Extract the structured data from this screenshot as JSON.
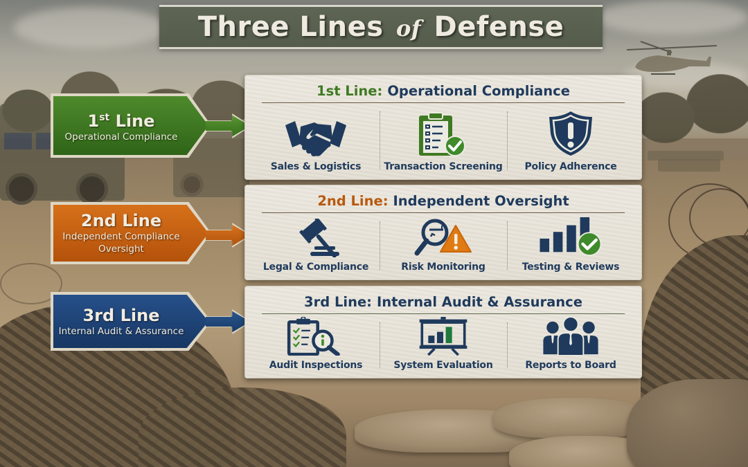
{
  "title": {
    "part1": "Three Lines",
    "of": "of",
    "part2": "Defense"
  },
  "colors": {
    "navy": "#1f3a5c",
    "green": "#3f7a22",
    "orange": "#c8620f",
    "blue": "#1f4475",
    "panel_bg": "#e8e4da"
  },
  "lines": [
    {
      "label_number": "1",
      "label_suffix": "st",
      "label_word": "Line",
      "label_sub": "Operational Compliance",
      "panel_accent": "1st Line:",
      "panel_title": "Operational Compliance",
      "items": [
        {
          "label": "Sales & Logistics",
          "icon": "handshake-icon"
        },
        {
          "label": "Transaction Screening",
          "icon": "checklist-check-icon"
        },
        {
          "label": "Policy Adherence",
          "icon": "shield-alert-icon"
        }
      ]
    },
    {
      "label_number": "2nd",
      "label_word": "Line",
      "label_sub": "Independent Compliance Oversight",
      "panel_accent": "2nd Line:",
      "panel_title": "Independent Oversight",
      "items": [
        {
          "label": "Legal & Compliance",
          "icon": "gavel-icon"
        },
        {
          "label": "Risk Monitoring",
          "icon": "magnifier-warning-icon"
        },
        {
          "label": "Testing & Reviews",
          "icon": "bar-chart-check-icon"
        }
      ]
    },
    {
      "label_number": "3rd",
      "label_word": "Line",
      "label_sub": "Internal Audit & Assurance",
      "panel_accent": "3rd Line:",
      "panel_title": "Internal Audit & Assurance",
      "items": [
        {
          "label": "Audit Inspections",
          "icon": "clipboard-magnifier-icon"
        },
        {
          "label": "System Evaluation",
          "icon": "presentation-chart-icon"
        },
        {
          "label": "Reports to Board",
          "icon": "people-group-icon"
        }
      ]
    }
  ]
}
